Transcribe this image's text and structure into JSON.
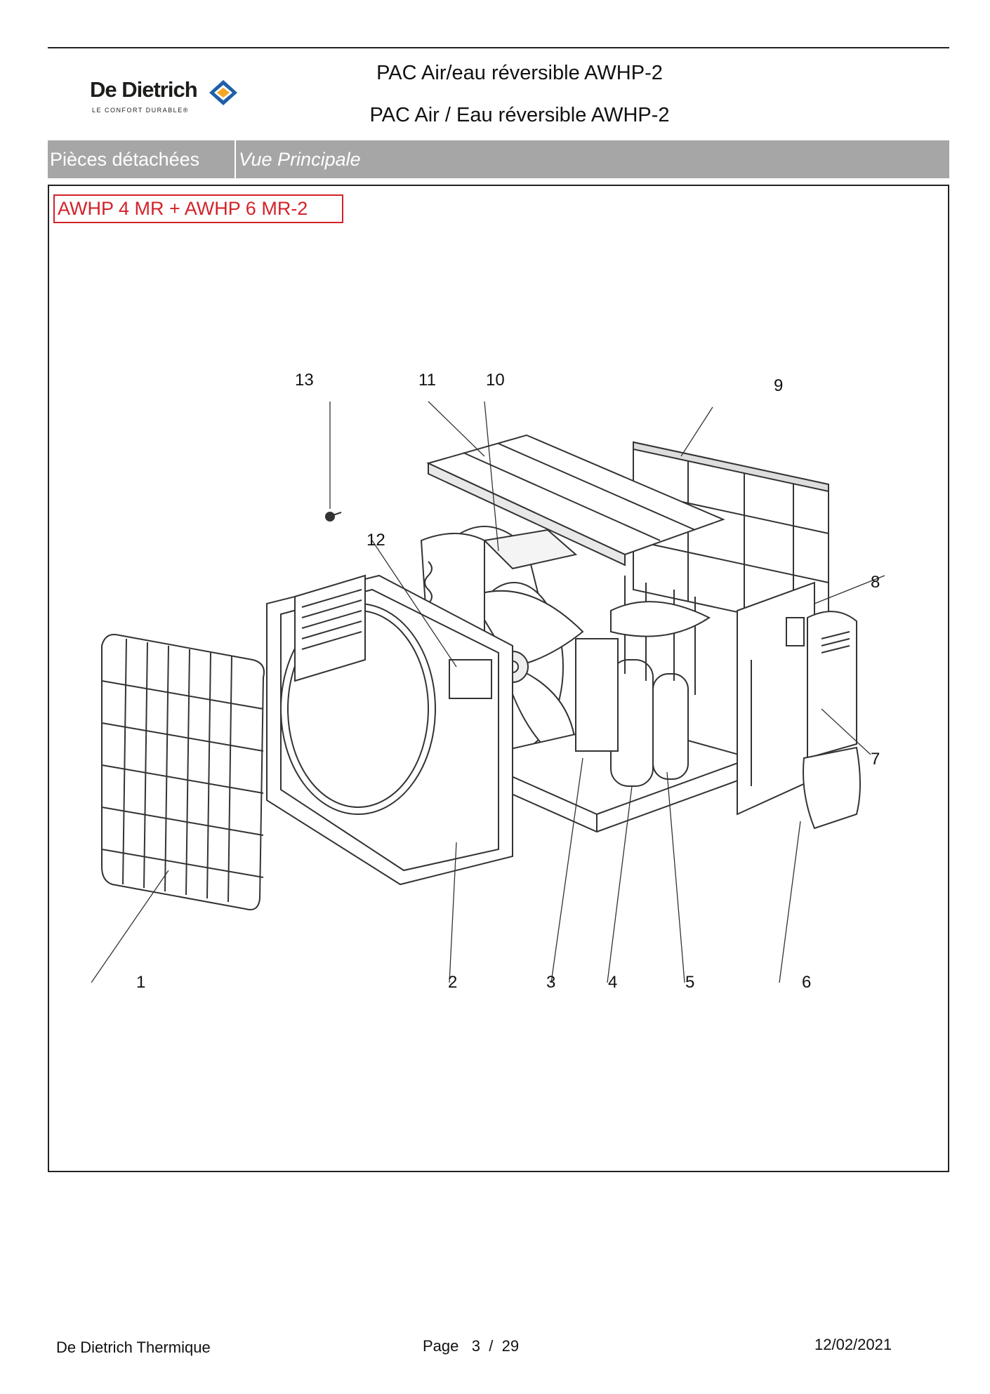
{
  "header": {
    "brand": {
      "name": "De Dietrich",
      "tagline": "LE CONFORT DURABLE®"
    },
    "title_line1": "PAC Air/eau réversible AWHP-2",
    "title_line2": "PAC Air / Eau réversible AWHP-2"
  },
  "section_band": {
    "section": "Pièces détachées",
    "view": "Vue Principale"
  },
  "model_label": "AWHP 4 MR + AWHP 6 MR-2",
  "diagram": {
    "callouts": [
      "1",
      "2",
      "3",
      "4",
      "5",
      "6",
      "7",
      "8",
      "9",
      "10",
      "11",
      "12",
      "13"
    ]
  },
  "footer": {
    "company": "De Dietrich Thermique",
    "page_label": "Page",
    "page_current": "3",
    "page_separator": "/",
    "page_total": "29",
    "date": "12/02/2021"
  },
  "colors": {
    "band": "#a6a6a6",
    "model_label": "#d2232a",
    "brand_accent": "#f5a623",
    "brand_blue": "#1f5fa8"
  }
}
